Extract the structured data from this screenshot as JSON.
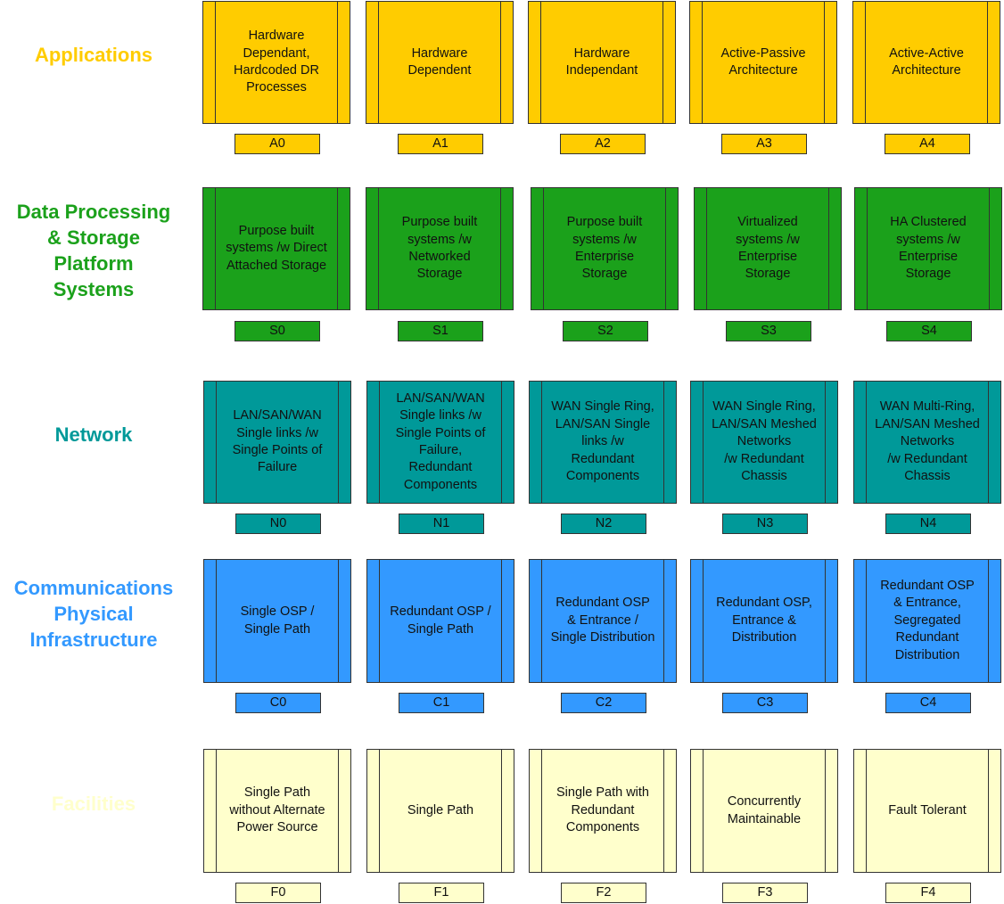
{
  "colors": {
    "applications": "#FFCC00",
    "data_processing": "#1BA11B",
    "network": "#009999",
    "communications": "#3399FF",
    "facilities": "#FFFFCC",
    "border": "#333333"
  },
  "rows": [
    {
      "key": "applications",
      "title_lines": [
        "Applications"
      ],
      "title_color": "#FFCC00",
      "fill": "#FFCC00",
      "cells": [
        {
          "lines": [
            "Hardware",
            "Dependant,",
            "Hardcoded DR",
            "Processes"
          ],
          "code": "A0"
        },
        {
          "lines": [
            "Hardware",
            "Dependent"
          ],
          "code": "A1"
        },
        {
          "lines": [
            "Hardware",
            "Independant"
          ],
          "code": "A2"
        },
        {
          "lines": [
            "Active-Passive",
            "Architecture"
          ],
          "code": "A3"
        },
        {
          "lines": [
            "Active-Active",
            "Architecture"
          ],
          "code": "A4"
        }
      ]
    },
    {
      "key": "data_processing",
      "title_lines": [
        "Data Processing",
        "& Storage",
        "Platform",
        "Systems"
      ],
      "title_color": "#1BA11B",
      "fill": "#1BA11B",
      "cells": [
        {
          "lines": [
            "Purpose built",
            "systems /w Direct",
            "Attached Storage"
          ],
          "code": "S0"
        },
        {
          "lines": [
            "Purpose built",
            "systems /w",
            "Networked",
            "Storage"
          ],
          "code": "S1"
        },
        {
          "lines": [
            "Purpose built",
            "systems /w",
            "Enterprise",
            "Storage"
          ],
          "code": "S2"
        },
        {
          "lines": [
            "Virtualized",
            "systems /w",
            "Enterprise",
            "Storage"
          ],
          "code": "S3"
        },
        {
          "lines": [
            "HA Clustered",
            "systems /w",
            "Enterprise",
            "Storage"
          ],
          "code": "S4"
        }
      ]
    },
    {
      "key": "network",
      "title_lines": [
        "Network"
      ],
      "title_color": "#009999",
      "fill": "#009999",
      "cells": [
        {
          "lines": [
            "LAN/SAN/WAN",
            "Single links /w",
            "Single Points of",
            "Failure"
          ],
          "code": "N0"
        },
        {
          "lines": [
            "LAN/SAN/WAN",
            "Single links /w",
            "Single Points of",
            "Failure,",
            "Redundant",
            "Components"
          ],
          "code": "N1"
        },
        {
          "lines": [
            "WAN Single Ring,",
            "LAN/SAN Single",
            "links /w",
            "Redundant",
            "Components"
          ],
          "code": "N2"
        },
        {
          "lines": [
            "WAN Single Ring,",
            "LAN/SAN Meshed",
            "Networks",
            "/w Redundant",
            "Chassis"
          ],
          "code": "N3"
        },
        {
          "lines": [
            "WAN Multi-Ring,",
            "LAN/SAN Meshed",
            "Networks",
            "/w Redundant",
            "Chassis"
          ],
          "code": "N4"
        }
      ]
    },
    {
      "key": "communications",
      "title_lines": [
        "Communications",
        "Physical",
        "Infrastructure"
      ],
      "title_color": "#3399FF",
      "fill": "#3399FF",
      "cells": [
        {
          "lines": [
            "Single OSP /",
            "Single Path"
          ],
          "code": "C0"
        },
        {
          "lines": [
            "Redundant OSP /",
            "Single Path"
          ],
          "code": "C1"
        },
        {
          "lines": [
            "Redundant OSP",
            "& Entrance /",
            "Single Distribution"
          ],
          "code": "C2"
        },
        {
          "lines": [
            "Redundant OSP,",
            "Entrance &",
            "Distribution"
          ],
          "code": "C3"
        },
        {
          "lines": [
            "Redundant OSP",
            "& Entrance,",
            "Segregated",
            "Redundant",
            "Distribution"
          ],
          "code": "C4"
        }
      ]
    },
    {
      "key": "facilities",
      "title_lines": [
        "Facilities"
      ],
      "title_color": "#FFFFCC",
      "fill": "#FFFFCC",
      "cells": [
        {
          "lines": [
            "Single Path",
            "without Alternate",
            "Power Source"
          ],
          "code": "F0"
        },
        {
          "lines": [
            "Single Path"
          ],
          "code": "F1"
        },
        {
          "lines": [
            "Single Path with",
            "Redundant",
            "Components"
          ],
          "code": "F2"
        },
        {
          "lines": [
            "Concurrently",
            "Maintainable"
          ],
          "code": "F3"
        },
        {
          "lines": [
            "Fault Tolerant"
          ],
          "code": "F4"
        }
      ]
    }
  ]
}
